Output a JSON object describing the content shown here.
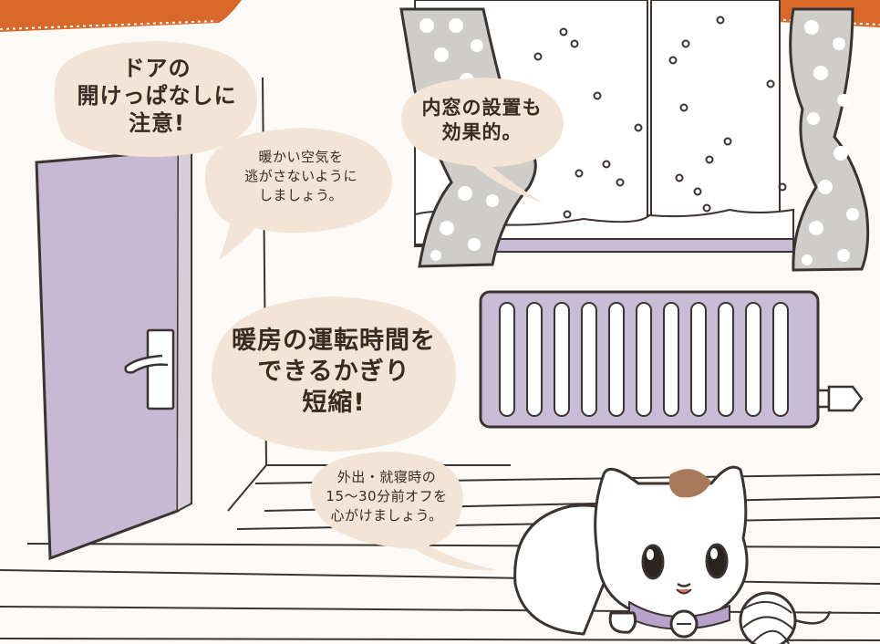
{
  "bubbles": {
    "door": {
      "lines": [
        "ドアの",
        "開けっぱなしに",
        "注意!"
      ]
    },
    "door_sub": {
      "lines": [
        "暖かい空気を",
        "逃がさないように",
        "しましょう。"
      ]
    },
    "window": {
      "lines": [
        "内窓の設置も",
        "効果的。"
      ]
    },
    "heating": {
      "lines": [
        "暖房の運転時間を",
        "できるかぎり",
        "短縮!"
      ]
    },
    "heating_sub": {
      "lines": [
        "外出・就寝時の",
        "15〜30分前オフを",
        "心がけましょう。"
      ]
    }
  },
  "colors": {
    "bubble": "#f3e4d6",
    "door": "#c7b8d3",
    "radiator": "#c9bcd6",
    "curtain": "#cfcdc9",
    "banner": "#d9692a",
    "line": "#3a3330"
  },
  "icons": {
    "door": "door-icon",
    "handle": "door-handle-icon",
    "window": "window-icon",
    "curtain": "curtain-icon",
    "radiator": "radiator-icon",
    "cat": "cat-icon",
    "yarn": "yarn-ball-icon",
    "bell": "bell-icon"
  }
}
